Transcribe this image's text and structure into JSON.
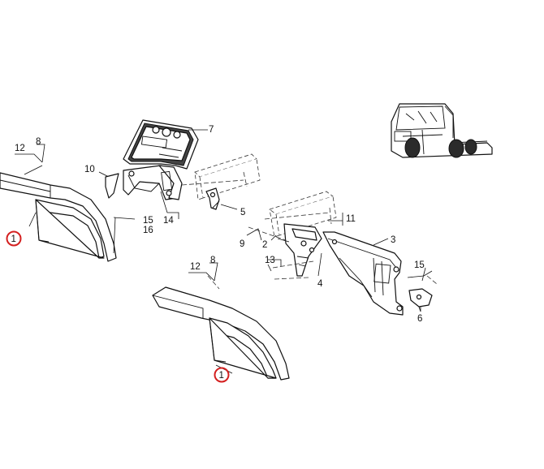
{
  "diagram": {
    "highlight_color": "#d42020",
    "line_color": "#111111",
    "callouts": {
      "c12a": "12",
      "c8a": "8",
      "c10": "10",
      "c7": "7",
      "c14": "14",
      "c5": "5",
      "c15a": "15",
      "c16": "16",
      "c1a": "1",
      "c9": "9",
      "c2": "2",
      "c11": "11",
      "c3": "3",
      "c13": "13",
      "c4": "4",
      "c12b": "12",
      "c8b": "8",
      "c15b": "15",
      "c6": "6",
      "c1b": "1"
    },
    "highlighted": [
      "1"
    ],
    "icons": [
      "truck-thumbnail-icon"
    ]
  }
}
